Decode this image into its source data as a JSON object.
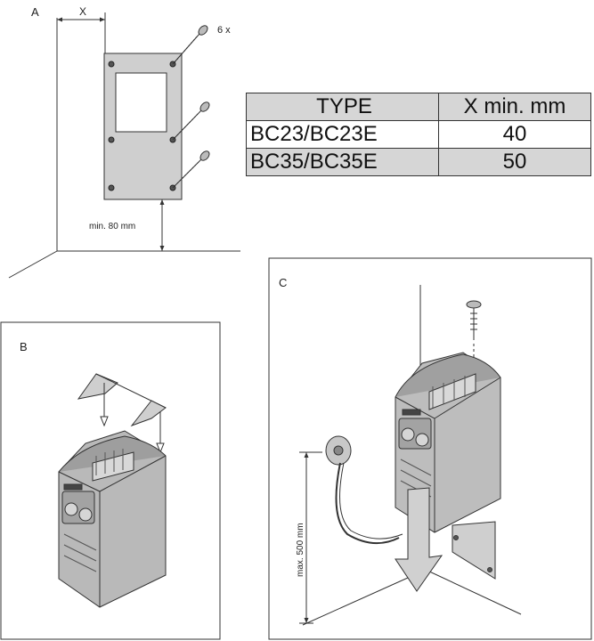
{
  "panel_a": {
    "label": "A",
    "dimension_x": "X",
    "screw_count": "6 x",
    "min_height": "min. 80 mm"
  },
  "panel_b": {
    "label": "B"
  },
  "panel_c": {
    "label": "C",
    "max_height": "max. 500 mm"
  },
  "table": {
    "headers": [
      "TYPE",
      "X min. mm"
    ],
    "rows": [
      [
        "BC23/BC23E",
        "40"
      ],
      [
        "BC35/BC35E",
        "50"
      ]
    ]
  }
}
